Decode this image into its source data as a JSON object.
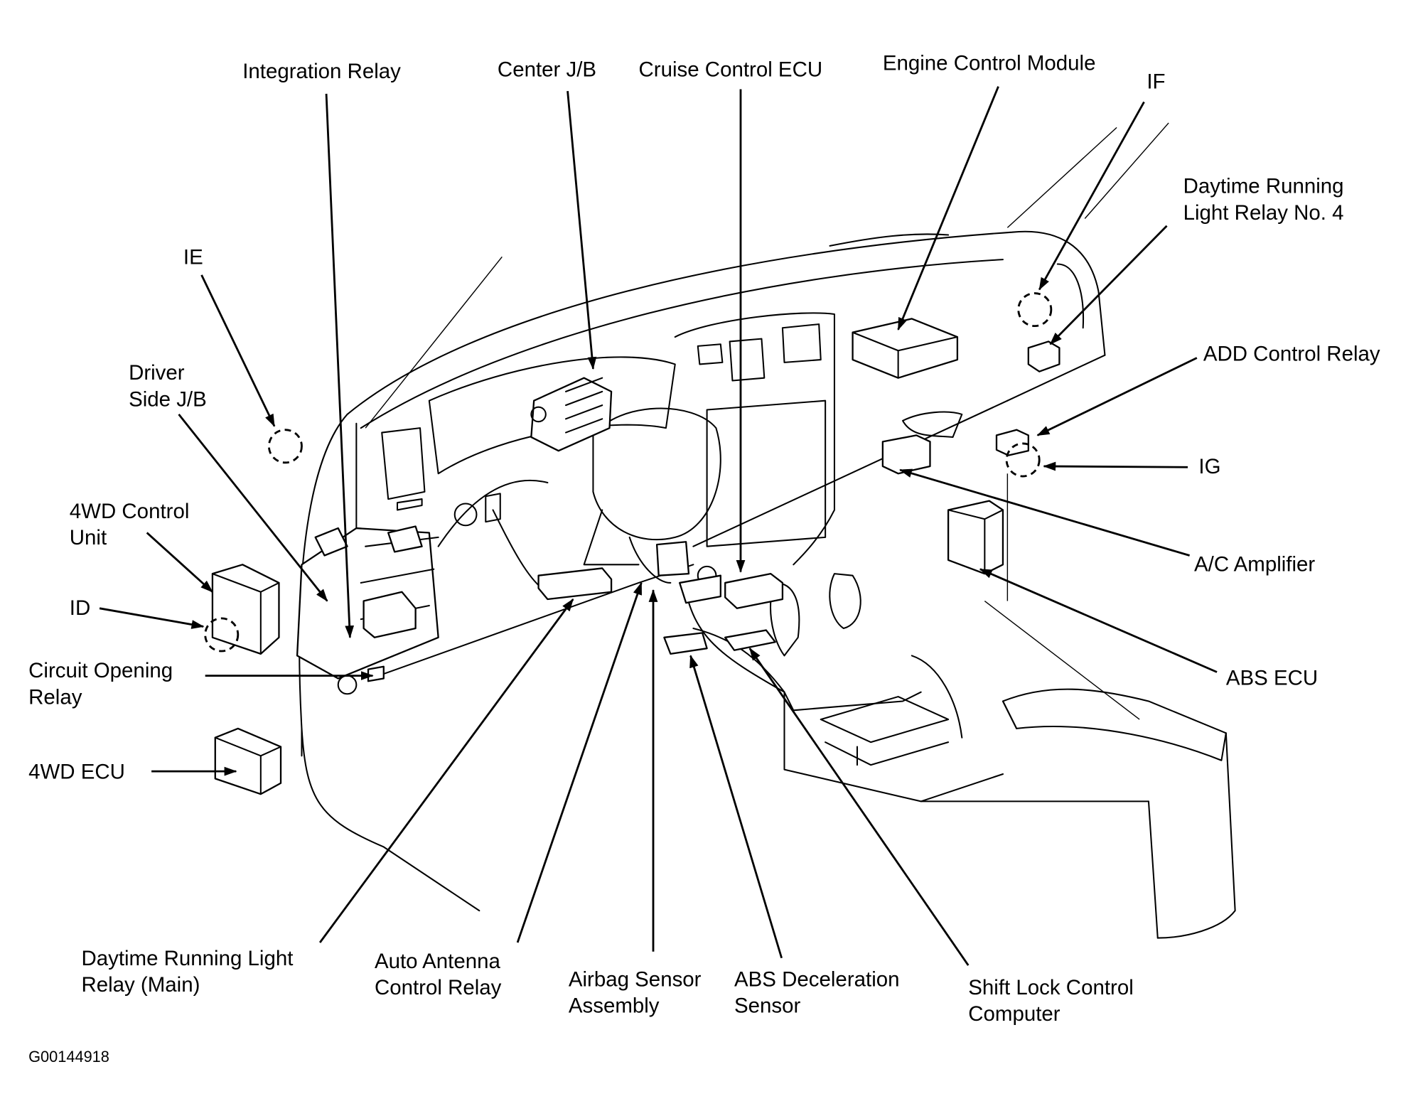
{
  "figure": {
    "id_code": "G00144918",
    "subject": "Instrument panel component locations"
  },
  "labels": {
    "integration_relay": [
      "Integration Relay"
    ],
    "center_jb": [
      "Center J/B"
    ],
    "cruise_control_ecu": [
      "Cruise Control ECU"
    ],
    "engine_control_module": [
      "Engine Control Module"
    ],
    "if": [
      "IF"
    ],
    "drl_relay_4": [
      "Daytime Running",
      "Light Relay No. 4"
    ],
    "ie": [
      "IE"
    ],
    "driver_side_jb": [
      "Driver",
      "Side J/B"
    ],
    "add_control_relay": [
      "ADD Control Relay"
    ],
    "ig": [
      "IG"
    ],
    "wd4_control_unit": [
      "4WD Control",
      "Unit"
    ],
    "id": [
      "ID"
    ],
    "ac_amplifier": [
      "A/C Amplifier"
    ],
    "circuit_opening_relay": [
      "Circuit Opening",
      "Relay"
    ],
    "abs_ecu": [
      "ABS ECU"
    ],
    "wd4_ecu": [
      "4WD ECU"
    ],
    "drl_main": [
      "Daytime Running Light",
      "Relay (Main)"
    ],
    "auto_antenna": [
      "Auto Antenna",
      "Control Relay"
    ],
    "airbag_sensor": [
      "Airbag Sensor",
      "Assembly"
    ],
    "abs_decel": [
      "ABS Deceleration",
      "Sensor"
    ],
    "shift_lock": [
      "Shift Lock Control",
      "Computer"
    ]
  }
}
